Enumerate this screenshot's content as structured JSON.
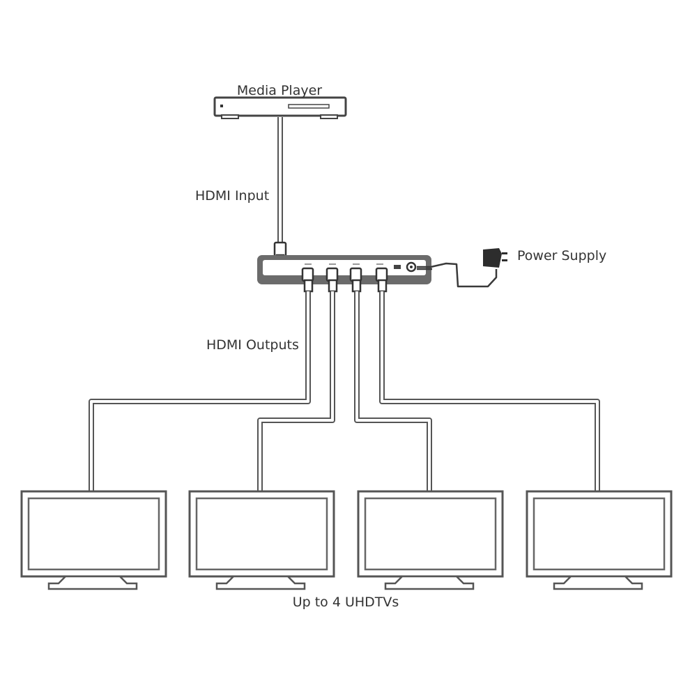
{
  "labels": {
    "media_player": "Media Player",
    "hdmi_input": "HDMI Input",
    "power_supply": "Power Supply",
    "hdmi_outputs": "HDMI Outputs",
    "tvs": "Up to 4 UHDTVs"
  },
  "colors": {
    "line": "#555555",
    "device_body": "#6b6b6b",
    "text": "#333333",
    "background": "#ffffff"
  },
  "icons": [
    "media-player-icon",
    "splitter-icon",
    "power-adapter-icon",
    "tv-icon"
  ]
}
